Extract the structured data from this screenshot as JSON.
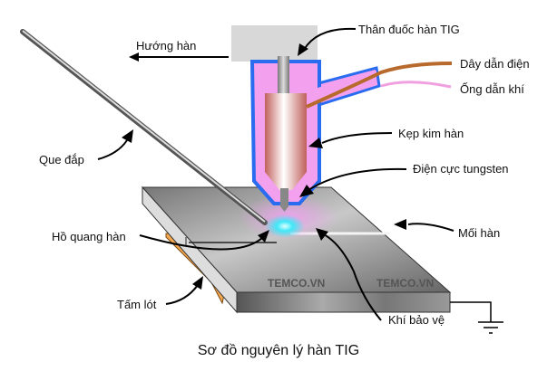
{
  "diagram": {
    "caption": "Sơ đồ nguyên lý hàn TIG",
    "watermark": "TEMCO.VN",
    "labels": {
      "torch_body": "Thân đuốc hàn TIG",
      "direction": "Hướng hàn",
      "power_cable": "Dây dẫn điện",
      "gas_tube": "Ống dẫn khí",
      "filler_rod": "Que đắp",
      "collet": "Kẹp kim hàn",
      "tungsten_electrode": "Điện cực tungsten",
      "arc": "Hồ quang hàn",
      "weld_bead": "Mối hàn",
      "backing_plate": "Tấm lót",
      "shielding_gas": "Khí bảo vệ"
    },
    "colors": {
      "torch_pink": "#f3a0ee",
      "torch_outline": "#2a6cf0",
      "cable": "#b86a2c",
      "gas_tube": "#f0a0e0",
      "backing": "#f5a850",
      "arc": "#40e8f8"
    }
  }
}
